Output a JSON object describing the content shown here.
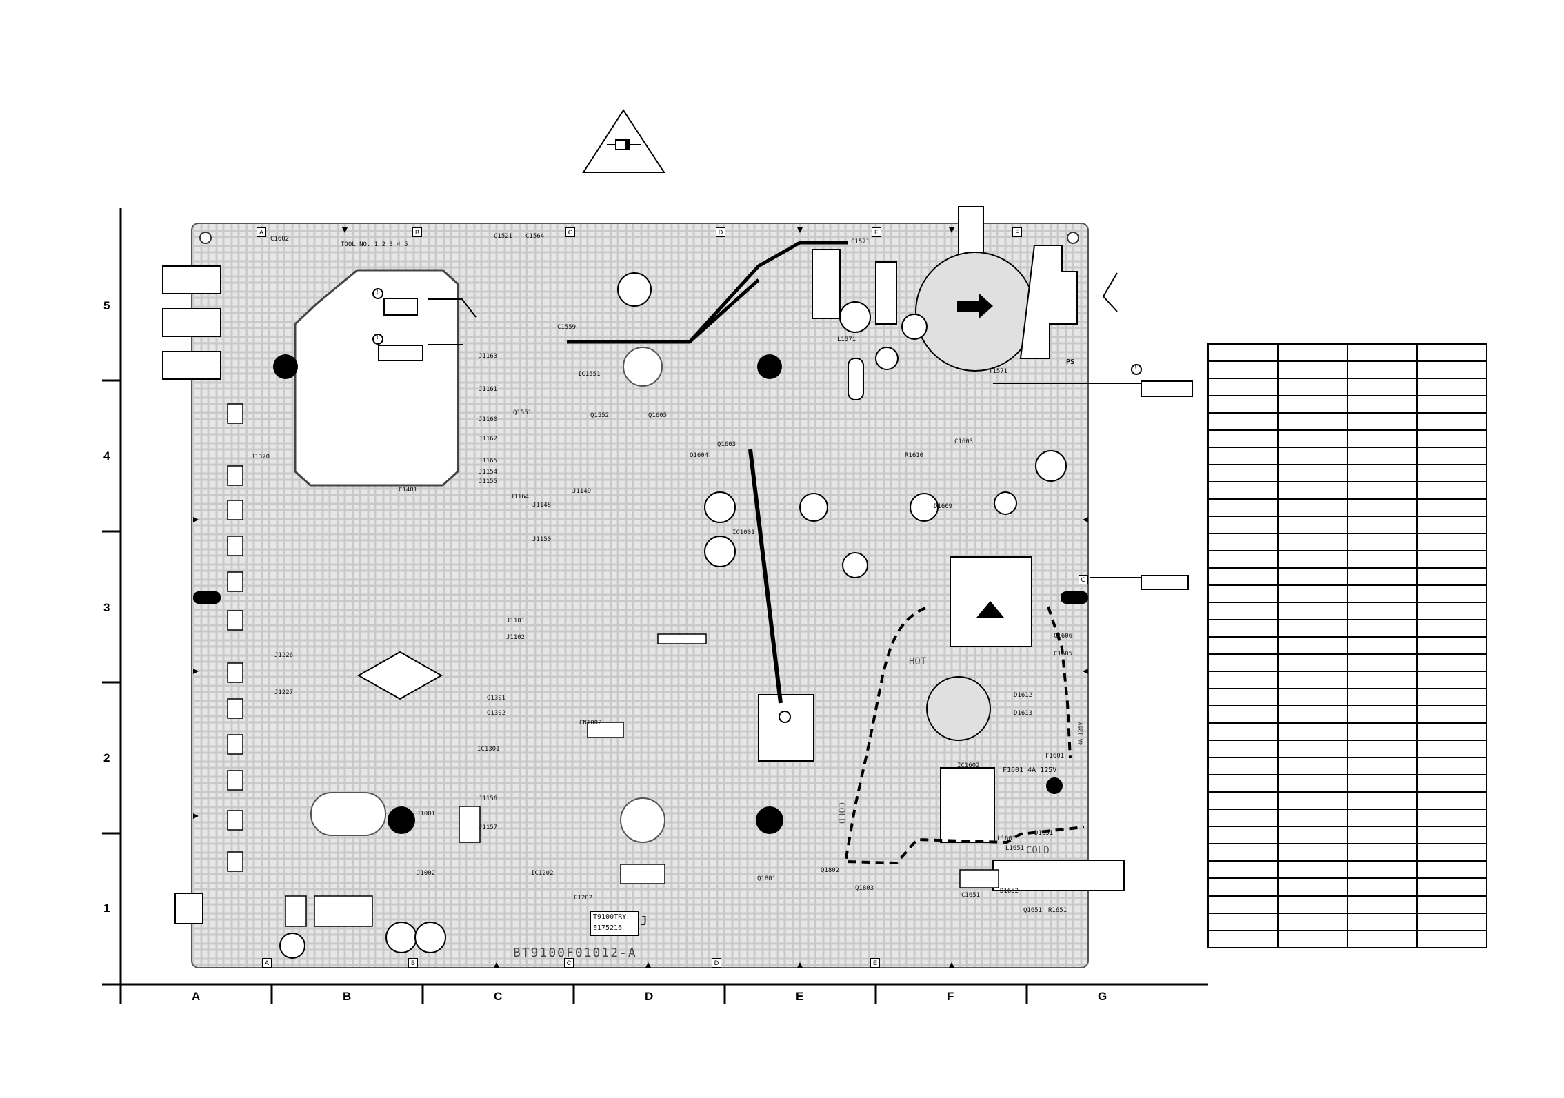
{
  "diagram": {
    "tool_no_label": "TOOL NO. 1 2 3 4 5",
    "board_code": "BT9100F01012-A",
    "stamp_line1": "T9100TRY",
    "stamp_line2": "E175216",
    "stamp_suffix": "J",
    "hot_label": "HOT",
    "cold_label_bottom": "COLD",
    "cold_label_side": "COLD",
    "fuse_label": "F1601 4A 125V",
    "fuse_side_label": "4A 125V",
    "ps_mark": "PS",
    "callout_symbol": "!",
    "column_labels": [
      "A",
      "B",
      "C",
      "D",
      "E",
      "F",
      "G"
    ],
    "row_labels": [
      "1",
      "2",
      "3",
      "4",
      "5"
    ],
    "side_edge_labels": [
      "A",
      "B",
      "C",
      "D",
      "E",
      "F",
      "G"
    ],
    "component_labels": [
      "C1602",
      "J1163",
      "J1161",
      "J1160",
      "J1162",
      "J1165",
      "C1401",
      "J1370",
      "J1164",
      "C1564",
      "C1521",
      "C1559",
      "IC1551",
      "Q1551",
      "Q1552",
      "L1571",
      "T1571",
      "C1571",
      "J1148",
      "J1150",
      "IC1001",
      "Q1605",
      "Q1604",
      "Q1603",
      "C1603",
      "D1609",
      "R1610",
      "J1149",
      "L1601",
      "IC1602",
      "D1612",
      "D1613",
      "C1606",
      "C1605",
      "F1601",
      "IC1301",
      "Q1301",
      "Q1302",
      "J1101",
      "J1102",
      "CN1002",
      "IC1202",
      "C1202",
      "J1226",
      "J1227",
      "Q1801",
      "Q1802",
      "Q1803",
      "J1001",
      "J1002",
      "D1651",
      "D1652",
      "C1651",
      "L1651",
      "Q1651",
      "R1651",
      "J1154",
      "J1155",
      "J1156",
      "J1157"
    ],
    "table_rows": 35
  }
}
